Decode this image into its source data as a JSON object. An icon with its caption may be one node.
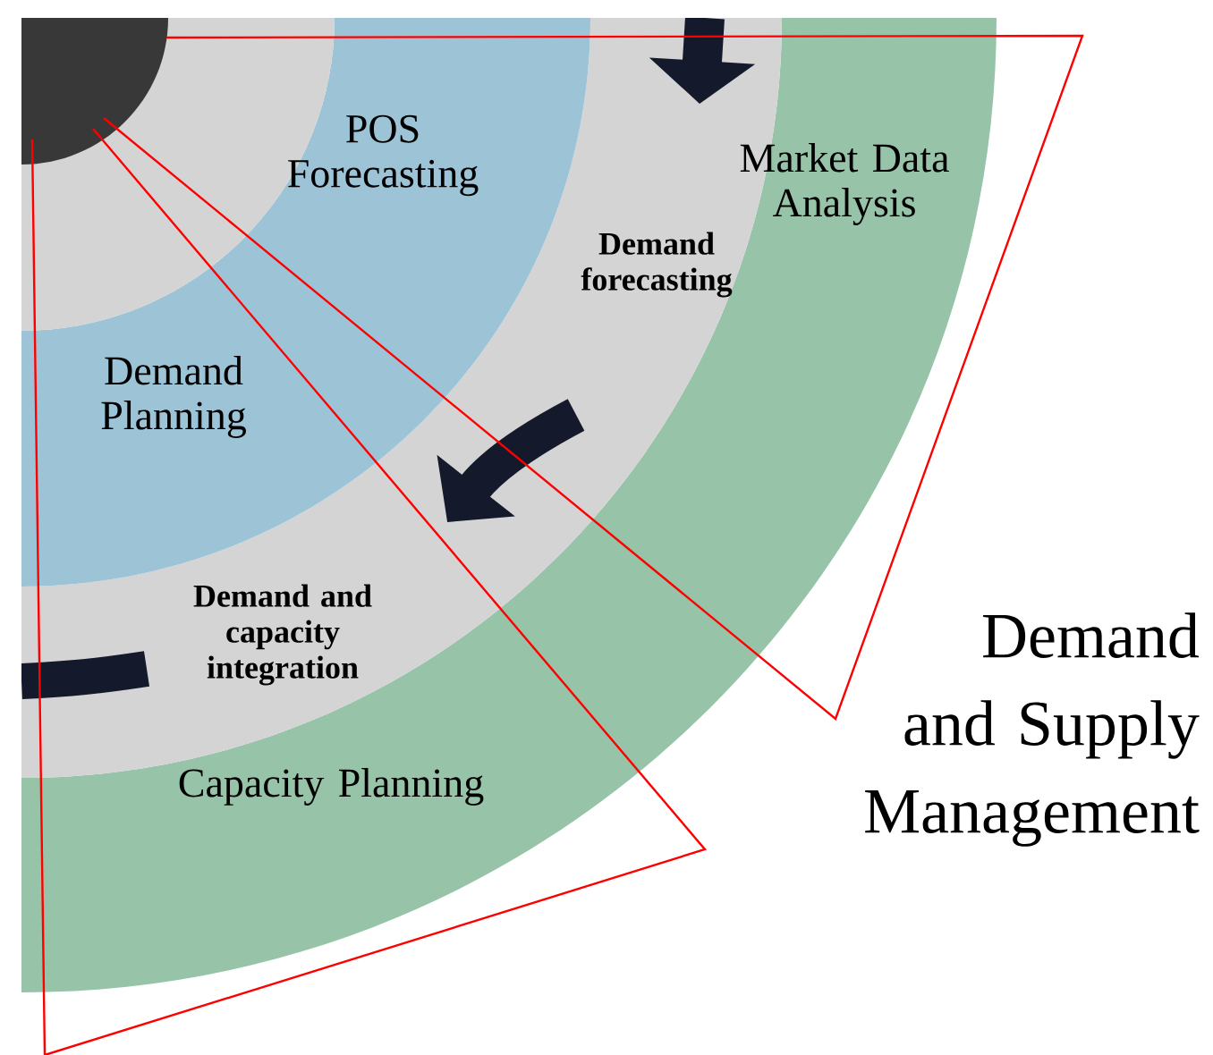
{
  "diagram": {
    "title": "Demand and Supply Management",
    "nodes": [
      {
        "text": [
          "POS Forecasting",
          "Demand Planning"
        ]
      },
      {
        "text": [
          "Demand forecasting",
          "Demand and capacity integration"
        ]
      },
      {
        "text": [
          "Market Data Analysis",
          "Capacity Planning"
        ]
      }
    ]
  }
}
